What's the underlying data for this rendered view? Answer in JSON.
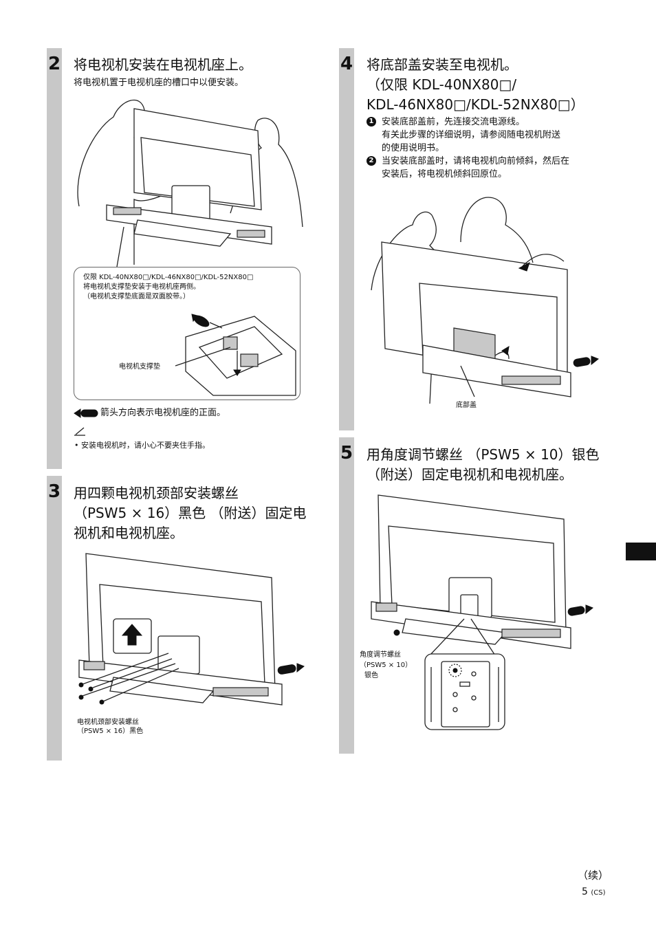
{
  "steps": [
    {
      "number": "2",
      "title": "将电视机安装在电视机座上。",
      "subtitle": "将电视机置于电视机座的槽口中以便安装。",
      "callout": {
        "title": "仅限 KDL-40NX80□/KDL-46NX80□/KDL-52NX80□",
        "line1": "将电视机支撑垫安装于电视机座两侧。",
        "line2": "（电视机支撑垫底面是双面胶带。）",
        "pad_label": "电视机支撑垫"
      },
      "arrow_note": "箭头方向表示电视机座的正面。",
      "note": "• 安装电视机时，请小心不要夹住手指。"
    },
    {
      "number": "3",
      "title": "用四颗电视机颈部安装螺丝\n（PSW5 × 16）黑色 （附送）固定电\n视机和电视机座。",
      "screw_label_1": "电视机颈部安装螺丝",
      "screw_label_2": "（PSW5 × 16）黑色"
    },
    {
      "number": "4",
      "title": "将底部盖安装至电视机。\n（仅限 KDL-40NX80□/\nKDL-46NX80□/KDL-52NX80□）",
      "items": [
        {
          "marker": "1",
          "lines": [
            "安装底部盖前，先连接交流电源线。",
            "有关此步骤的详细说明，请参阅随电视机附送",
            "的使用说明书。"
          ]
        },
        {
          "marker": "2",
          "lines": [
            "当安装底部盖时，请将电视机向前倾斜，然后在",
            "安装后，将电视机倾斜回原位。"
          ]
        }
      ],
      "cover_label": "底部盖"
    },
    {
      "number": "5",
      "title": "用角度调节螺丝 （PSW5 × 10）银色\n（附送）固定电视机和电视机座。",
      "screw_label_1": "角度调节螺丝",
      "screw_label_2": "（PSW5 × 10）",
      "screw_label_3": "银色"
    }
  ],
  "footer": {
    "continued": "（续）",
    "page": "5",
    "lang": "(CS)"
  },
  "icons": [
    "front-arrow-icon",
    "pencil-note-icon",
    "up-arrow-icon"
  ]
}
